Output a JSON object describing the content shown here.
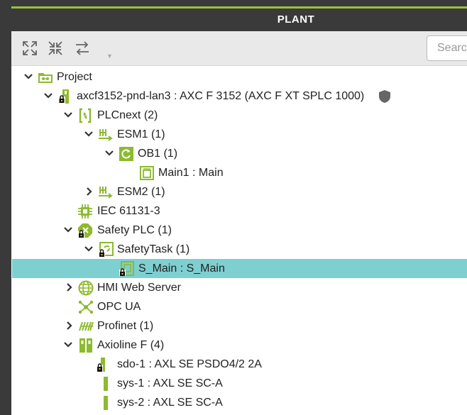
{
  "panel": {
    "title": "PLANT"
  },
  "search": {
    "placeholder": "Search"
  },
  "tree": {
    "project": "Project",
    "controller": "axcf3152-pnd-lan3 : AXC F 3152 (AXC F XT SPLC 1000)",
    "plcnext": "PLCnext (2)",
    "esm1": "ESM1 (1)",
    "ob1": "OB1 (1)",
    "main1": "Main1 : Main",
    "esm2": "ESM2 (1)",
    "iec": "IEC 61131-3",
    "safety_plc": "Safety PLC (1)",
    "safety_task": "SafetyTask (1)",
    "s_main": "S_Main : S_Main",
    "hmi": "HMI Web Server",
    "opcua": "OPC UA",
    "profinet": "Profinet (1)",
    "axioline": "Axioline F (4)",
    "sdo1": "sdo-1 : AXL SE PSDO4/2 2A",
    "sys1": "sys-1 : AXL SE SC-A",
    "sys2": "sys-2 : AXL SE SC-A"
  },
  "colors": {
    "accent": "#9ac23a",
    "selection": "#7ecfd0",
    "header": "#3a3a3a",
    "icon_green": "#8dba2e"
  }
}
